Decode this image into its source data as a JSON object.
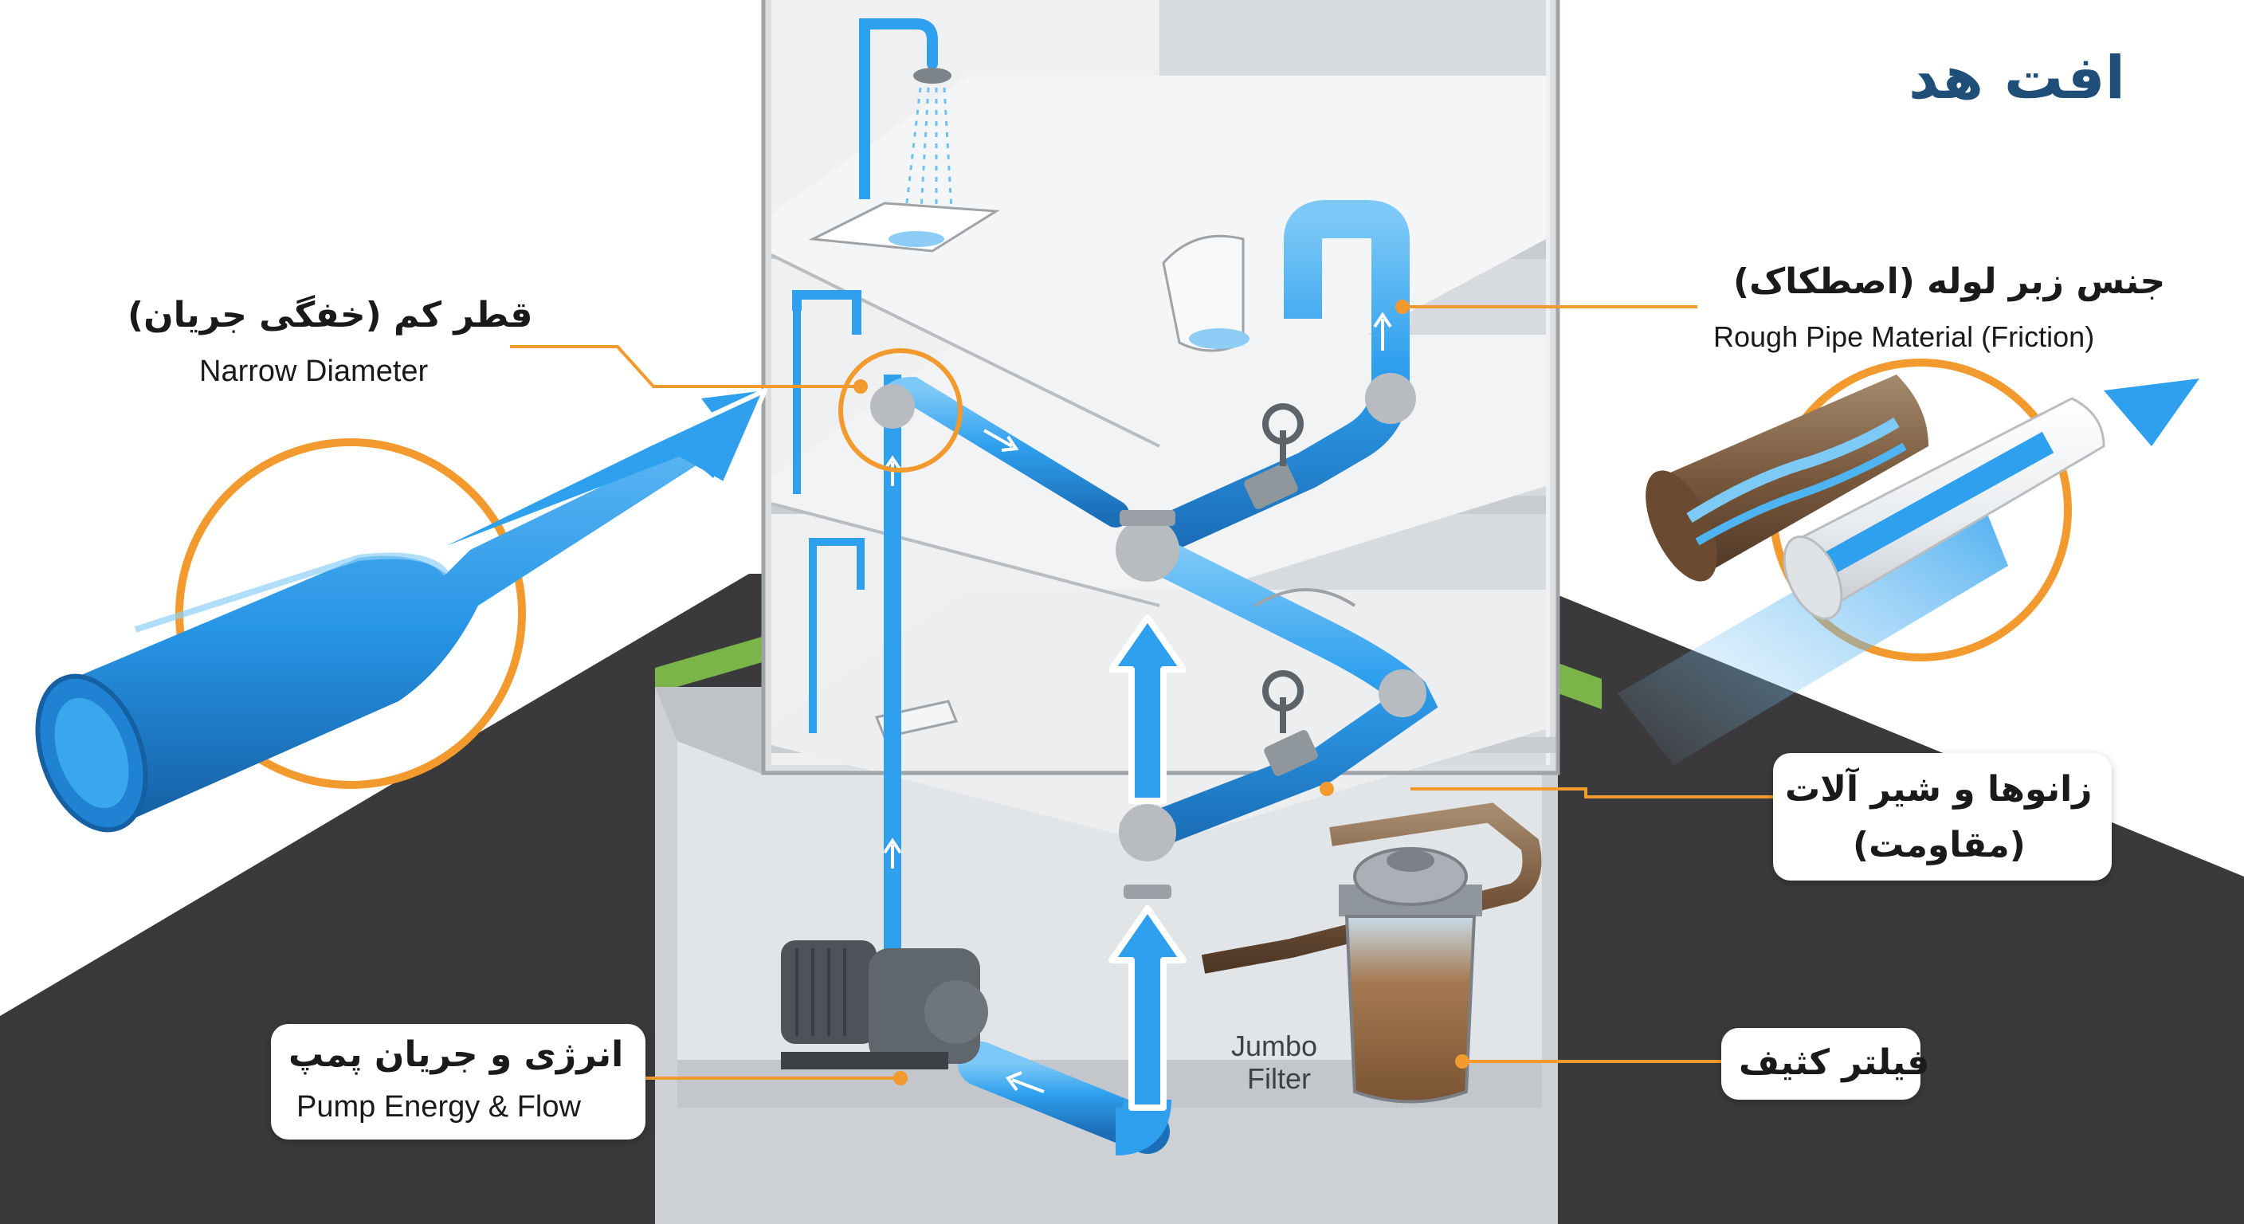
{
  "title": "افت هد",
  "callouts": {
    "narrow_diameter": {
      "fa": "قطر کم (خفگی جریان)",
      "en": "Narrow Diameter"
    },
    "rough_pipe": {
      "fa": "جنس زبر لوله (اصطکاک)",
      "en": "Rough Pipe Material (Friction)"
    },
    "fittings": {
      "fa_line1": "زانوها و شیر آلات",
      "fa_line2": "(مقاومت)"
    },
    "dirty_filter": {
      "fa": "فیلتر کثیف"
    },
    "pump": {
      "fa": "انرژی و جریان پمپ",
      "en": "Pump Energy & Flow"
    },
    "jumbo_filter": {
      "line1": "Jumbo",
      "line2": "Filter"
    }
  },
  "colors": {
    "title": "#1f4e79",
    "water": "#2fa0ee",
    "water_light": "#9fd6f7",
    "accent_orange": "#f29a2e",
    "ground": "#3a3a3c",
    "grass": "#7bb54a",
    "wall": "#e6e8ea",
    "rust": "#8a6a4a"
  }
}
